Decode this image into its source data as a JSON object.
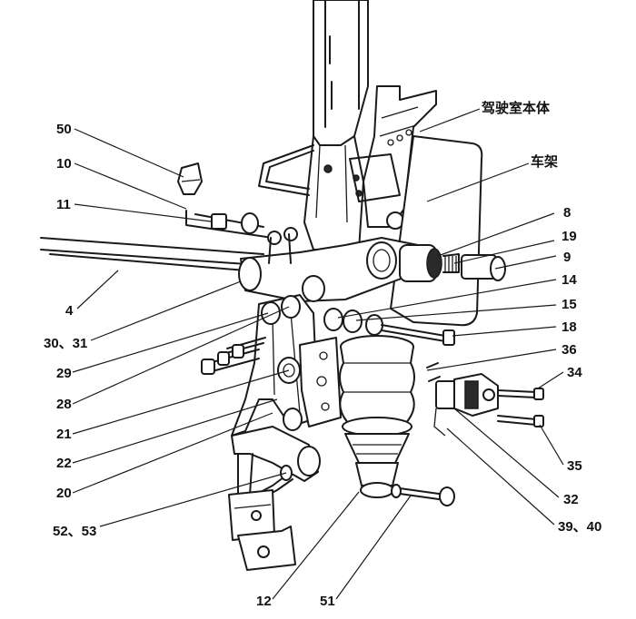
{
  "diagram": {
    "labels": {
      "l50": "50",
      "l10": "10",
      "l11": "11",
      "l4": "4",
      "l30_31": "30、31",
      "l29": "29",
      "l28": "28",
      "l21": "21",
      "l22": "22",
      "l20": "20",
      "l52_53": "52、53",
      "l12": "12",
      "l51": "51",
      "cab_body": "驾驶室本体",
      "frame": "车架",
      "l8": "8",
      "l19": "19",
      "l9": "9",
      "l14": "14",
      "l15": "15",
      "l18": "18",
      "l36": "36",
      "l34": "34",
      "l35": "35",
      "l32": "32",
      "l39_40": "39、40"
    }
  }
}
